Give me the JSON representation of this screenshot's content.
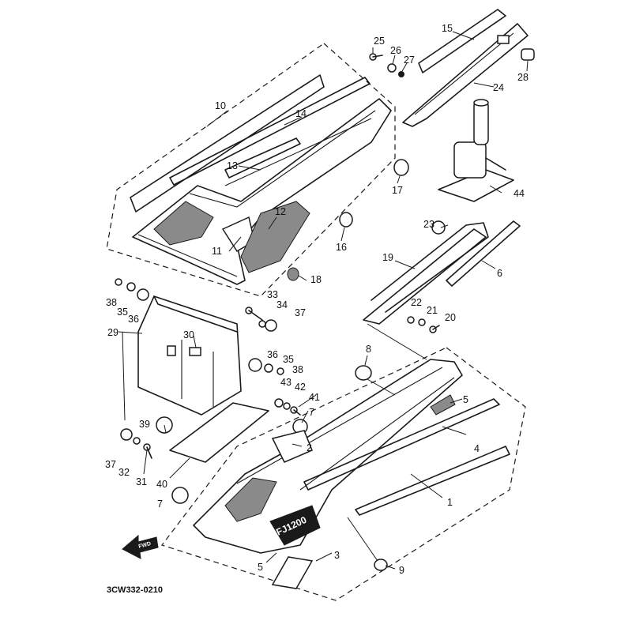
{
  "diagram": {
    "catalog_code": "3CW332-0210",
    "forward_marker": "FWD",
    "model_badge": "FJ1200",
    "callouts": [
      {
        "id": "c1",
        "num": "1"
      },
      {
        "id": "c2",
        "num": "2"
      },
      {
        "id": "c3",
        "num": "3"
      },
      {
        "id": "c4",
        "num": "4"
      },
      {
        "id": "c5a",
        "num": "5"
      },
      {
        "id": "c5b",
        "num": "5"
      },
      {
        "id": "c6",
        "num": "6"
      },
      {
        "id": "c7a",
        "num": "7"
      },
      {
        "id": "c7b",
        "num": "7"
      },
      {
        "id": "c8",
        "num": "8"
      },
      {
        "id": "c9",
        "num": "9"
      },
      {
        "id": "c10",
        "num": "10"
      },
      {
        "id": "c11",
        "num": "11"
      },
      {
        "id": "c12",
        "num": "12"
      },
      {
        "id": "c13",
        "num": "13"
      },
      {
        "id": "c14",
        "num": "14"
      },
      {
        "id": "c15",
        "num": "15"
      },
      {
        "id": "c16",
        "num": "16"
      },
      {
        "id": "c17",
        "num": "17"
      },
      {
        "id": "c18",
        "num": "18"
      },
      {
        "id": "c19",
        "num": "19"
      },
      {
        "id": "c20",
        "num": "20"
      },
      {
        "id": "c21",
        "num": "21"
      },
      {
        "id": "c22",
        "num": "22"
      },
      {
        "id": "c23",
        "num": "23"
      },
      {
        "id": "c24",
        "num": "24"
      },
      {
        "id": "c25",
        "num": "25"
      },
      {
        "id": "c26",
        "num": "26"
      },
      {
        "id": "c27",
        "num": "27"
      },
      {
        "id": "c28",
        "num": "28"
      },
      {
        "id": "c29",
        "num": "29"
      },
      {
        "id": "c30",
        "num": "30"
      },
      {
        "id": "c31",
        "num": "31"
      },
      {
        "id": "c32",
        "num": "32"
      },
      {
        "id": "c33",
        "num": "33"
      },
      {
        "id": "c34",
        "num": "34"
      },
      {
        "id": "c35a",
        "num": "35"
      },
      {
        "id": "c35b",
        "num": "35"
      },
      {
        "id": "c36a",
        "num": "36"
      },
      {
        "id": "c36b",
        "num": "36"
      },
      {
        "id": "c37a",
        "num": "37"
      },
      {
        "id": "c37b",
        "num": "37"
      },
      {
        "id": "c38a",
        "num": "38"
      },
      {
        "id": "c38b",
        "num": "38"
      },
      {
        "id": "c39",
        "num": "39"
      },
      {
        "id": "c40",
        "num": "40"
      },
      {
        "id": "c41",
        "num": "41"
      },
      {
        "id": "c42",
        "num": "42"
      },
      {
        "id": "c43",
        "num": "43"
      },
      {
        "id": "c44",
        "num": "44"
      }
    ]
  }
}
